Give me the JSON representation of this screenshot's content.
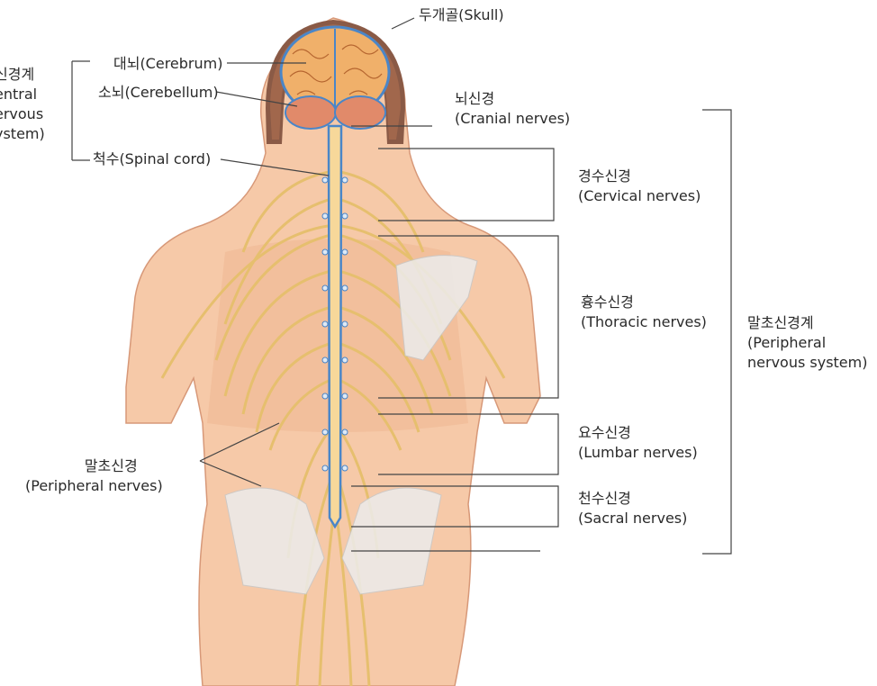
{
  "labels": {
    "skull": "두개골(Skull)",
    "cerebrum": "대뇌(Cerebrum)",
    "cerebellum": "소뇌(Cerebellum)",
    "spinal_cord": "척수(Spinal cord)",
    "cns": [
      "신경계",
      "entral",
      "ervous",
      "ystem)"
    ],
    "cranial": [
      "뇌신경",
      "(Cranial nerves)"
    ],
    "cervical": [
      "경수신경",
      "(Cervical nerves)"
    ],
    "thoracic": [
      "흉수신경",
      "(Thoracic nerves)"
    ],
    "lumbar": [
      "요수신경",
      "(Lumbar nerves)"
    ],
    "sacral": [
      "천수신경",
      "(Sacral nerves)"
    ],
    "pns": [
      "말초신경계",
      "(Peripheral",
      "nervous system)"
    ],
    "peripheral_nerves": [
      "말초신경",
      "(Peripheral nerves)"
    ]
  },
  "colors": {
    "skin": "#f6c9a8",
    "skin_shadow": "#eeb58f",
    "brain": "#f0b06a",
    "cerebellum": "#e18a6a",
    "nerve": "#f2d08a",
    "cord_outline": "#4a86c8",
    "bone": "#ececec",
    "line": "#444444"
  }
}
